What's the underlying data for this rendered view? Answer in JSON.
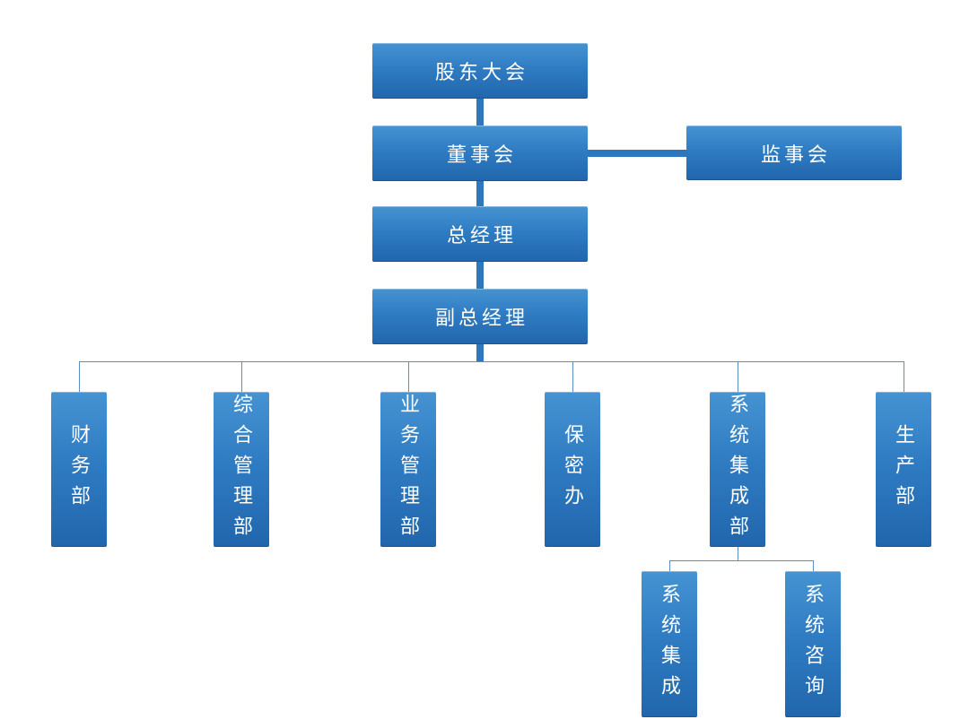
{
  "diagram": {
    "type": "org-chart",
    "colors": {
      "box_fill_top": "#4693d2",
      "box_fill_bottom": "#2166ac",
      "thick_connector": "#2e77bd",
      "thin_connector": "#5b8ec4",
      "text": "#ffffff",
      "background": "#ffffff"
    },
    "nodes": {
      "shareholders": "股东大会",
      "board": "董事会",
      "supervisory": "监事会",
      "general_manager": "总经理",
      "deputy_general_manager": "副总经理",
      "finance_dept": "财务部",
      "general_management_dept": "综合管理部",
      "business_management_dept": "业务管理部",
      "confidentiality_office": "保密办",
      "system_integration_dept": "系统集成部",
      "production_dept": "生产部",
      "system_integration": "系统集成",
      "system_consulting": "系统咨询"
    },
    "edges": [
      [
        "shareholders",
        "board"
      ],
      [
        "board",
        "supervisory"
      ],
      [
        "board",
        "general_manager"
      ],
      [
        "general_manager",
        "deputy_general_manager"
      ],
      [
        "deputy_general_manager",
        "finance_dept"
      ],
      [
        "deputy_general_manager",
        "general_management_dept"
      ],
      [
        "deputy_general_manager",
        "business_management_dept"
      ],
      [
        "deputy_general_manager",
        "confidentiality_office"
      ],
      [
        "deputy_general_manager",
        "system_integration_dept"
      ],
      [
        "deputy_general_manager",
        "production_dept"
      ],
      [
        "system_integration_dept",
        "system_integration"
      ],
      [
        "system_integration_dept",
        "system_consulting"
      ]
    ]
  }
}
